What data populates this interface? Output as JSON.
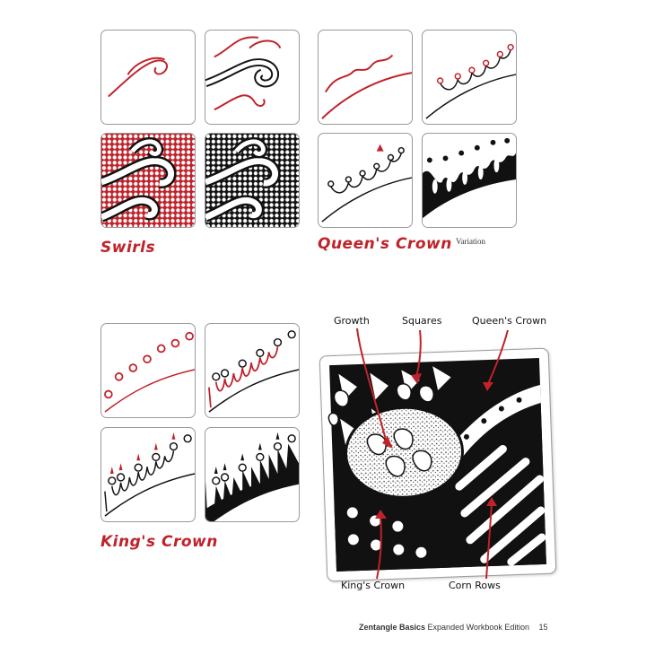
{
  "sections": {
    "swirls": {
      "title": "Swirls"
    },
    "queens_crown": {
      "title": "Queen's Crown",
      "variation": "Variation"
    },
    "kings_crown": {
      "title": "King's Crown"
    }
  },
  "sample_labels": {
    "growth": "Growth",
    "squares": "Squares",
    "queens_crown": "Queen's Crown",
    "kings_crown": "King's Crown",
    "corn_rows": "Corn Rows"
  },
  "footer": {
    "book": "Zentangle Basics",
    "edition": "Expanded Workbook Edition",
    "page": "15"
  },
  "colors": {
    "accent": "#c0222a",
    "ink": "#111111",
    "border": "#9a9a9a"
  }
}
